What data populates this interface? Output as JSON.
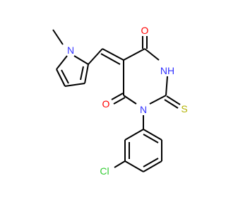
{
  "molecule": {
    "atoms": {
      "methyl": "",
      "n_pyrrole": "N",
      "o_top": "O",
      "nh": "NH",
      "s": "S",
      "o_left": "O",
      "n_ring": "N",
      "cl": "Cl"
    },
    "colors": {
      "bond": "#000000",
      "N": "#3333ff",
      "O": "#ff0000",
      "S": "#b2b200",
      "Cl": "#33cc33"
    }
  }
}
